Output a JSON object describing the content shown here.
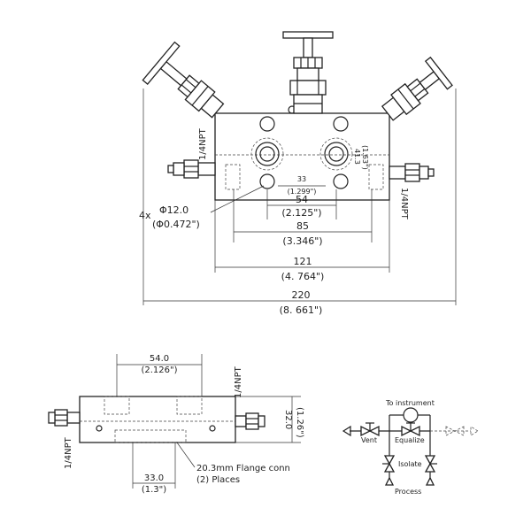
{
  "top_view": {
    "port_top_left": "1/4NPT",
    "port_right": "1/4NPT",
    "hole_label_count": "4x",
    "hole_dia_mm": "Φ12.0",
    "hole_dia_in": "(Φ0.472\")",
    "dim_33_mm": "33",
    "dim_33_in": "(1.299\")",
    "dim_413_mm": "41.3",
    "dim_413_in": "(1.63\")",
    "dim_54_mm": "54",
    "dim_54_in": "(2.125\")",
    "dim_85_mm": "85",
    "dim_85_in": "(3.346\")",
    "dim_121_mm": "121",
    "dim_121_in": "(4. 764\")",
    "dim_220_mm": "220",
    "dim_220_in": "(8. 661\")"
  },
  "side_view": {
    "port_top": "1/4NPT",
    "port_left": "1/4NPT",
    "dim_54_mm": "54.0",
    "dim_54_in": "(2.126\")",
    "dim_32_mm": "32.0",
    "dim_32_in": "(1.26\")",
    "dim_33_mm": "33.0",
    "dim_33_in": "(1.3\")",
    "flange_note_1": "20.3mm Flange conn",
    "flange_note_2": "(2) Places"
  },
  "schematic": {
    "to_instrument": "To instrument",
    "vent": "Vent",
    "equalize": "Equalize",
    "isolate": "Isolate",
    "process": "Process"
  }
}
